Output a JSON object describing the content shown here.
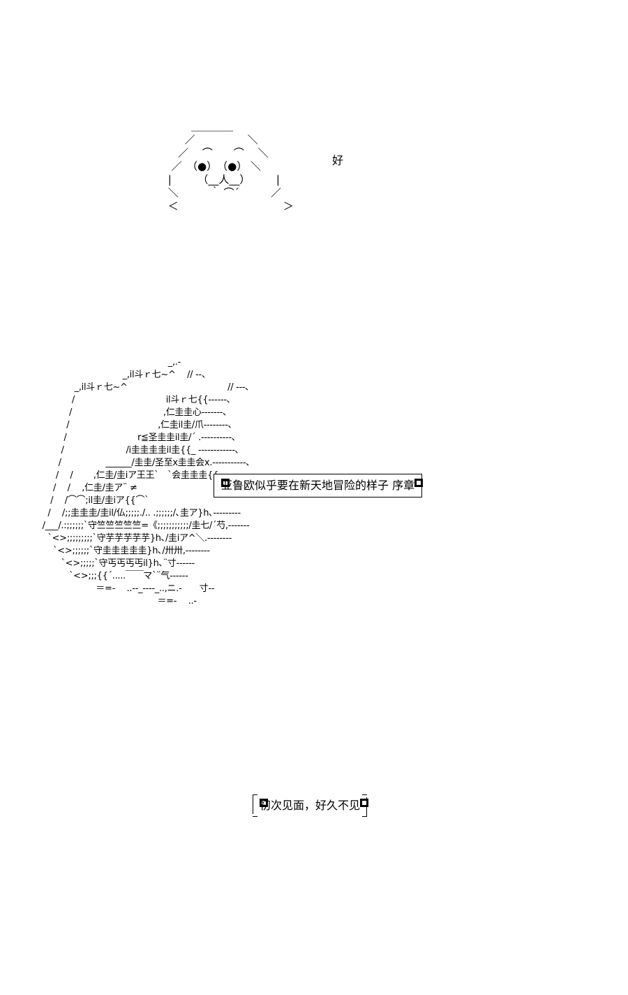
{
  "face_panel": {
    "ascii_art": "        ＿＿＿＿\n      ／　　　　　＼\n    ／　 ⌒　　⌒　 ＼\n  ／　（●）　（●） ＼\n |　　　（__人__）　　　|\n ＼　　　｀ ⌒´　　　／\n ＜　　　　　　　　　　＞",
    "speech": "好"
  },
  "tower_panel": {
    "ascii_art": "                                                       _,.-\n                                      _,il斗ｒ七~^　 // ‐-、\n                    _,il斗ｒ七~^　　　　　　　　　　　 // ‐--､\n                   /　　　　　　　　　　 il斗ｒ七{{------､\n                  /　　　　　　　　　　 ,仁圭圭心-------､\n                 /　　　　　　　　　　,仁圭il圭/爪--------､\n                /　　　　　　　　r≦圣圭圭il圭/´ .----------､\n               /　　　　　　　/i圭圭圭圭il圭{{_ ------------､\n              /　　　　　______/圭圭/圣至x圭圭会x.-----------､\n             /　 /　　 ,仁圭/圭iア王王`　`会圭圭圭{{.. ----------\n            /　 /　 ,仁圭/圭ア¨ ≠\n           /　 /⌒⌒;il圭/圭iア{{⌒`\n          /　 /;;圭圭圭/圭il/仏;;;;;./.. .;;;;;;/､圭ア}h､---------\n        /___/.:;;;;;;`守竺竺竺竺竺=《;;;;;;;;;;;/圭七/´芍,-------\n          `<>;;;;;;;;;`守芋芋芋芋芋}h､/圭iア^＼.--------\n            `<>;;;;;;`守圭圭圭圭圭}h､/卅卅,--------\n               `<>;;;;;`守丐丐丐丐il}h､¨寸------\n                  `<>;;;{{´.....￣￣マ`¨气------\n                            ＝=-　 ..--_-‐--_..,ニ.-　　寸--\n                                                   ＝=-　 ..-"
  },
  "chapter_title": "亚鲁欧似乎要在新天地冒险的样子 序章",
  "greeting": "初次见面，好久不见"
}
